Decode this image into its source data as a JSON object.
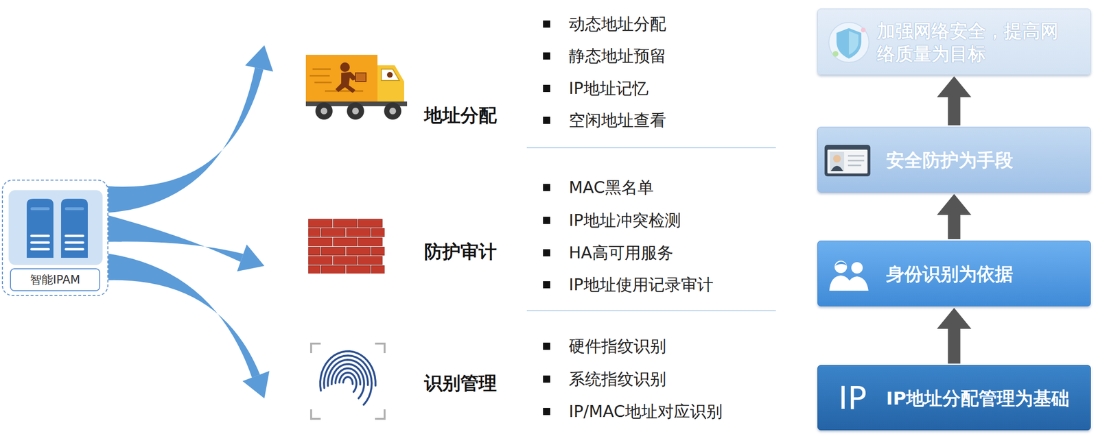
{
  "diagram": {
    "nodes": [
      {
        "text": [
          "智能IPAM"
        ]
      },
      {
        "text": [
          "地址分配"
        ]
      },
      {
        "text": [
          "防护审计"
        ]
      },
      {
        "text": [
          "识别管理"
        ]
      },
      {
        "text": [
          "加强网络安全，提高网 络质量为目标"
        ]
      },
      {
        "text": [
          "安全防护为手段"
        ]
      },
      {
        "text": [
          "身份识别为依据"
        ]
      },
      {
        "text": [
          "IP",
          "IP地址分配管理为基础"
        ]
      }
    ],
    "edges": [
      {
        "from": 0,
        "to": 1,
        "arrow": "to"
      },
      {
        "from": 0,
        "to": 2,
        "arrow": "to"
      },
      {
        "from": 0,
        "to": 3,
        "arrow": "to"
      },
      {
        "from": 7,
        "to": 6,
        "arrow": "to"
      },
      {
        "from": 6,
        "to": 5,
        "arrow": "to"
      },
      {
        "from": 5,
        "to": 4,
        "arrow": "to"
      }
    ],
    "labels": [
      "动态地址分配",
      "静态地址预留",
      "IP地址记忆",
      "空闲地址查看",
      "MAC黑名单",
      "IP地址冲突检测",
      "HA高可用服务",
      "IP地址使用记录审计",
      "硬件指纹识别",
      "系统指纹识别",
      "IP/MAC地址对应识别"
    ]
  }
}
